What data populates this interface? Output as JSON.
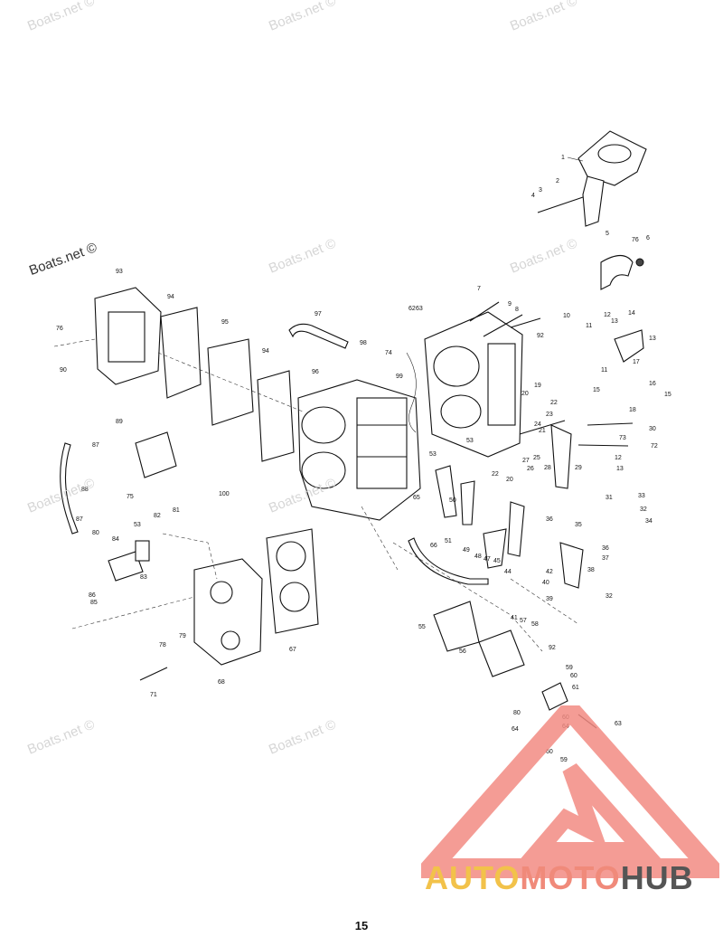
{
  "watermark": {
    "text": "Boats.net ©"
  },
  "page": {
    "number": "15"
  },
  "brand": {
    "part1": "AUTO",
    "part2": "MOTO",
    "part3": "HUB",
    "colors": {
      "auto": "#f2c24a",
      "moto": "#f08a7a",
      "hub": "#555555",
      "triangle": "#f28b82"
    }
  },
  "callouts": [
    "1",
    "2",
    "3",
    "4",
    "5",
    "76",
    "6",
    "93",
    "94",
    "95",
    "94",
    "97",
    "62",
    "63",
    "7",
    "9",
    "8",
    "10",
    "11",
    "12",
    "13",
    "14",
    "13",
    "76",
    "90",
    "98",
    "99",
    "74",
    "92",
    "96",
    "89",
    "87",
    "88",
    "75",
    "17",
    "11",
    "16",
    "15",
    "15",
    "18",
    "20",
    "19",
    "22",
    "23",
    "24",
    "21",
    "30",
    "53",
    "53",
    "73",
    "72",
    "25",
    "26",
    "28",
    "27",
    "29",
    "12",
    "13",
    "22",
    "20",
    "51",
    "50",
    "100",
    "81",
    "82",
    "53",
    "84",
    "86",
    "83",
    "85",
    "80",
    "87",
    "31",
    "33",
    "32",
    "34",
    "35",
    "36",
    "36",
    "37",
    "38",
    "65",
    "66",
    "49",
    "48",
    "47",
    "45",
    "44",
    "42",
    "40",
    "39",
    "32",
    "41",
    "57",
    "58",
    "55",
    "56",
    "92",
    "59",
    "60",
    "61",
    "60",
    "64",
    "63",
    "80",
    "64",
    "60",
    "59",
    "67",
    "68",
    "71",
    "78",
    "79"
  ]
}
